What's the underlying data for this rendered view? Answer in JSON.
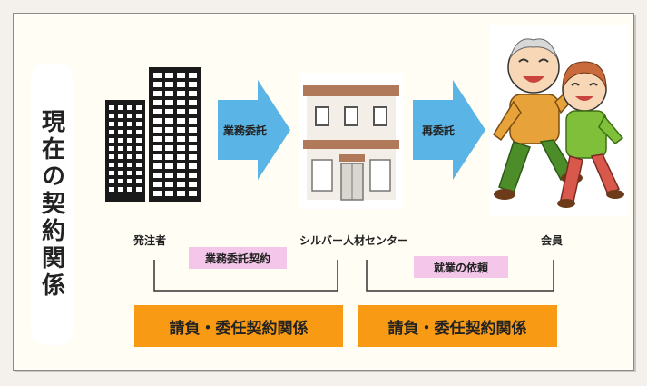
{
  "title": "現在の契約関係",
  "nodes": {
    "client": "発注者",
    "center": "シルバー人材センター",
    "member": "会員"
  },
  "arrows": {
    "outsource": "業務委託",
    "resubcontract": "再委託"
  },
  "contracts": {
    "business_contract": "業務委託契約",
    "job_request": "就業の依頼"
  },
  "relations": {
    "left": "請負・委任契約関係",
    "right": "請負・委任契約関係"
  },
  "colors": {
    "arrow_blue": "#5bb4e6",
    "pink_label": "#f4c6ea",
    "orange_box": "#f89a14"
  }
}
